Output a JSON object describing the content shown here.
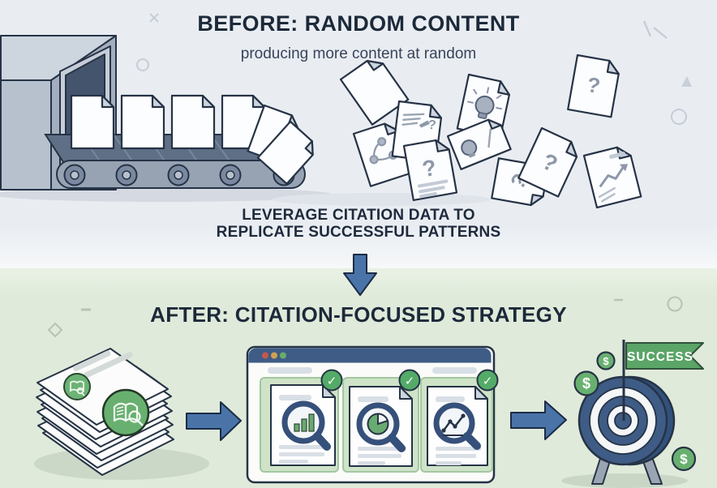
{
  "before": {
    "title_prefix": "BEFORE:",
    "title": "RANDOM CONTENT",
    "subtitle": "producing more content at random"
  },
  "transition": {
    "line1": "LEVERAGE CITATION DATA TO",
    "line2": "REPLICATE SUCCESSFUL PATTERNS"
  },
  "after": {
    "title_prefix": "AFTER:",
    "title": "CITATION-FOCUSED STRATEGY"
  },
  "flag": {
    "label": "SUCCESS"
  },
  "glyphs": {
    "question": "?",
    "dollar": "$",
    "check": "✓"
  },
  "icons": {
    "lightbulb": "idea-bulb",
    "network": "connected-nodes",
    "scribble": "pencil-notes",
    "trend_arrow": "zigzag-arrow",
    "book_search": "open-book-with-magnifier",
    "magnifier_bar_chart": "magnifier-over-bar-chart",
    "magnifier_pie_chart": "magnifier-over-pie-chart",
    "magnifier_line_chart": "magnifier-over-line-chart",
    "check": "green-check-circle",
    "window_controls": "traffic-light-dots"
  },
  "colors": {
    "bg_top": "#e9edf2",
    "bg_bottom": "#dfeada",
    "title_text": "#1c2939",
    "steel_blue": "#3e5c85",
    "arrow_blue": "#4a74a8",
    "green": "#68b070",
    "flag_green": "#5aa567",
    "card_green": "#cfe3c8",
    "outline": "#263346"
  }
}
